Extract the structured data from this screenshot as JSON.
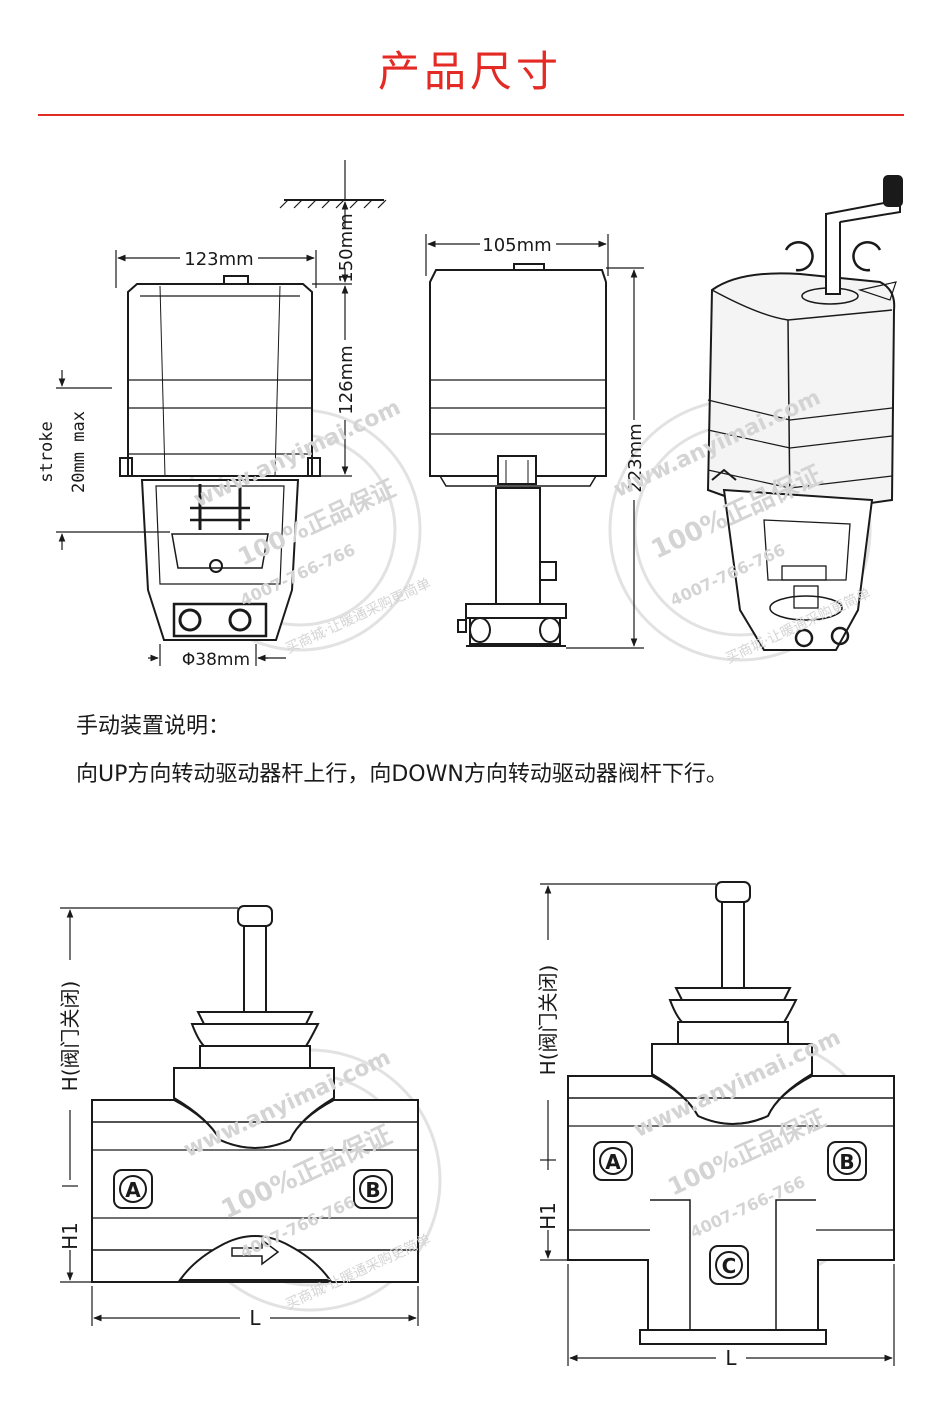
{
  "title": "产品尺寸",
  "colors": {
    "accent": "#e42a24",
    "line": "#1a1a1a",
    "watermark": "#d9d9d9"
  },
  "dimensions": {
    "front_width": "123mm",
    "top_clearance": "150mm",
    "actuator_height": "126mm",
    "stroke_line1": "stroke",
    "stroke_line2": "20mm max",
    "base_diameter": "Φ38mm",
    "side_width": "105mm",
    "total_height": "223mm"
  },
  "manual": {
    "heading": "手动装置说明：",
    "text": "向UP方向转动驱动器杆上行，向DOWN方向转动驱动器阀杆下行。"
  },
  "valve_two_way": {
    "ports": [
      "A",
      "B"
    ],
    "h_label": "H(阀门关闭)",
    "h1_label": "H1",
    "l_label": "L"
  },
  "valve_three_way": {
    "ports": [
      "A",
      "B",
      "C"
    ],
    "h_label": "H(阀门关闭)",
    "h1_label": "H1",
    "l_label": "L"
  },
  "watermark": {
    "site": "www.anyimai.com",
    "slogan": "100%正品保证",
    "phone": "4007-766-766",
    "note": "买商城·让暖通采购更简单"
  }
}
